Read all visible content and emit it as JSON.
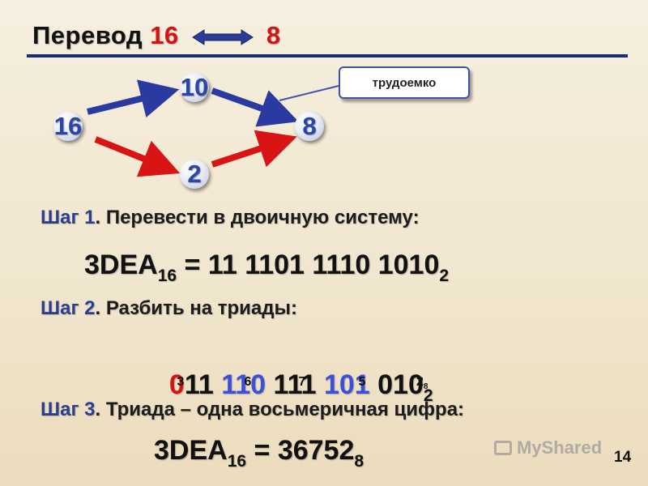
{
  "title": {
    "text": "Перевод",
    "from": "16",
    "to": "8"
  },
  "graph": {
    "nodes": {
      "n16": "16",
      "n10": "10",
      "n8": "8",
      "n2": "2"
    },
    "callout": "трудоемко"
  },
  "step1": {
    "label": "Шаг 1",
    "text": ". Перевести в двоичную систему:",
    "equation": {
      "lhs": "3DEA",
      "lhs_base": "16",
      "eq": " = ",
      "rhs": "11 1101 1110 1010",
      "rhs_base": "2"
    }
  },
  "step2": {
    "label": "Шаг 2",
    "text": ". Разбить на триады:",
    "triads": [
      {
        "text": "0",
        "color": "red"
      },
      {
        "text": "11 ",
        "color": "black"
      },
      {
        "text": "110 ",
        "color": "blue"
      },
      {
        "text": "111 ",
        "color": "black"
      },
      {
        "text": "101 ",
        "color": "blue"
      },
      {
        "text": "010",
        "color": "black"
      }
    ],
    "triads_base": "2",
    "octal_digits": [
      "3",
      "6",
      "7",
      "5",
      "2"
    ],
    "octal_base": "8"
  },
  "step3": {
    "label": "Шаг 3",
    "text": ". Триада – одна восьмеричная цифра:",
    "equation": {
      "lhs": "3DEA",
      "lhs_base": "16",
      "eq": " = ",
      "rhs": "36752",
      "rhs_base": "8"
    }
  },
  "footer": {
    "page_number": "14",
    "watermark": "MyShared"
  },
  "colors": {
    "accent_red": "#d31414",
    "accent_blue": "#3b50d8",
    "rule": "#1c2a7a"
  }
}
